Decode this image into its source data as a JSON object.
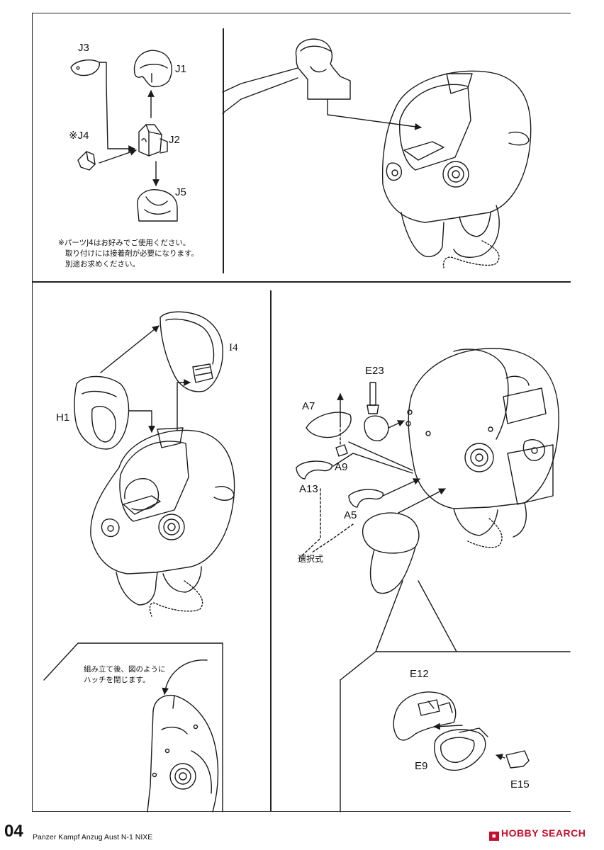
{
  "page_number": "04",
  "manual_title": "Panzer Kampf Anzug Aust N-1 NIXE",
  "watermark": {
    "brand": "HOBBY SEARCH",
    "logo_icon": "hobbysearch-logo-icon"
  },
  "panel1": {
    "labels": {
      "j3": "J3",
      "j1": "J1",
      "j4": "※J4",
      "j2": "J2",
      "j5": "J5"
    },
    "note": [
      "※パーツJ4はお好みでご使用ください。",
      "取り付けには接着剤が必要になります。",
      "別途お求めください。"
    ]
  },
  "panel3": {
    "labels": {
      "h1": "H1",
      "i4": "I4"
    }
  },
  "panel4": {
    "labels": {
      "e23": "E23",
      "a7": "A7",
      "a9": "A9",
      "a13": "A13",
      "a5": "A5",
      "choice": "選択式"
    }
  },
  "panel5": {
    "note": [
      "組み立て後、図のように",
      "ハッチを閉じます。"
    ]
  },
  "panel6": {
    "labels": {
      "e12": "E12",
      "e9": "E9",
      "e15": "E15"
    }
  }
}
